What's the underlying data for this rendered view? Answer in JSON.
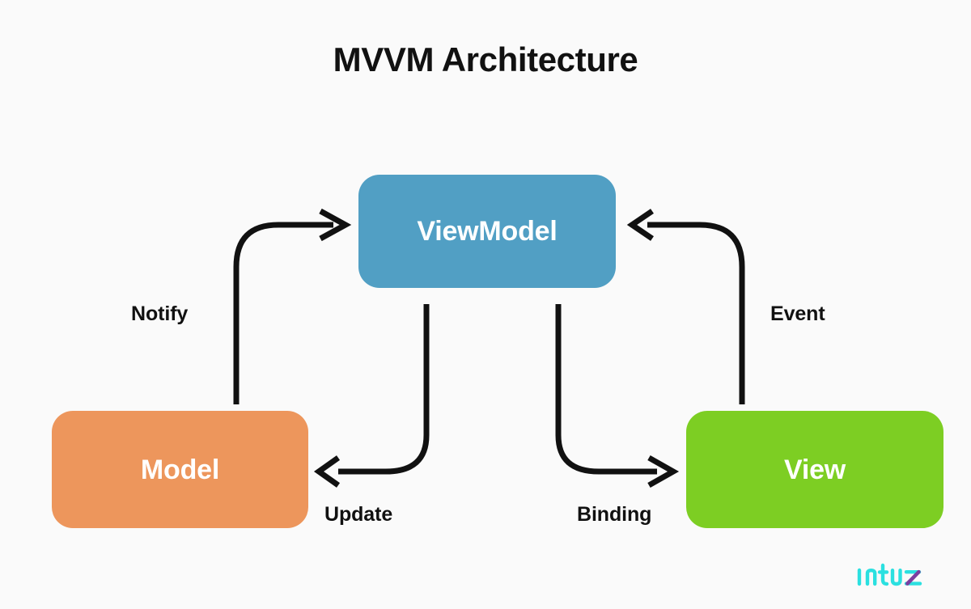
{
  "page": {
    "title": "MVVM Architecture",
    "background_color": "#fafafa"
  },
  "nodes": [
    {
      "id": "viewmodel",
      "label": "ViewModel",
      "color": "#519FC4",
      "text_color": "#ffffff"
    },
    {
      "id": "model",
      "label": "Model",
      "color": "#ED965C",
      "text_color": "#ffffff"
    },
    {
      "id": "view",
      "label": "View",
      "color": "#7DCE23",
      "text_color": "#ffffff"
    }
  ],
  "edges": [
    {
      "id": "notify",
      "label": "Notify",
      "from": "model",
      "to": "viewmodel",
      "color": "#111111"
    },
    {
      "id": "update",
      "label": "Update",
      "from": "viewmodel",
      "to": "model",
      "color": "#111111"
    },
    {
      "id": "binding",
      "label": "Binding",
      "from": "viewmodel",
      "to": "view",
      "color": "#111111"
    },
    {
      "id": "event",
      "label": "Event",
      "from": "view",
      "to": "viewmodel",
      "color": "#111111"
    }
  ],
  "brand": {
    "name": "Intuz",
    "primary_color": "#2BE0E0",
    "accent_color": "#7B3FA0"
  }
}
